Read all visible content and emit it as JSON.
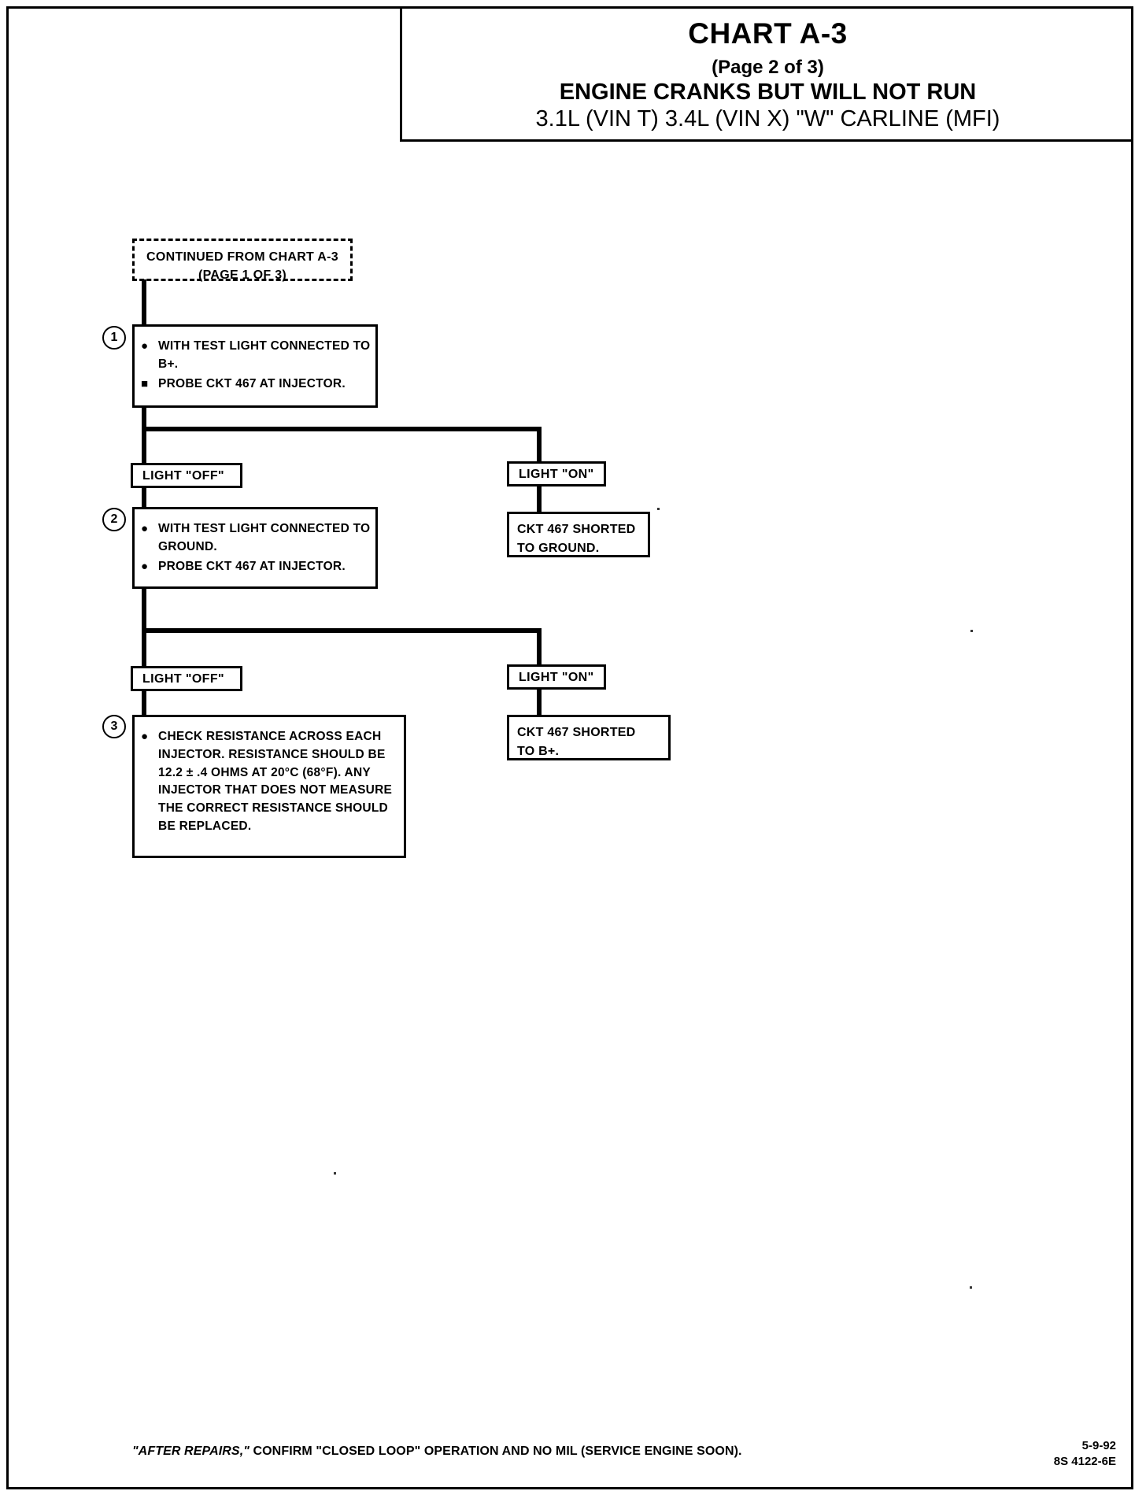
{
  "document": {
    "title": "CHART A-3",
    "page_label": "(Page 2 of 3)",
    "subtitle": "ENGINE CRANKS BUT WILL NOT RUN",
    "carline": "3.1L (VIN T) 3.4L (VIN X) \"W\" CARLINE (MFI)"
  },
  "flow": {
    "connector": {
      "line1": "CONTINUED FROM CHART A-3",
      "line2": "(PAGE 1 OF 3)"
    },
    "step1": {
      "number": "1",
      "bullet1": "WITH TEST LIGHT CONNECTED TO B+.",
      "bullet2": "PROBE CKT 467 AT INJECTOR."
    },
    "branch1": {
      "left_label": "LIGHT \"OFF\"",
      "right_label": "LIGHT \"ON\"",
      "right_result_line1": "CKT 467 SHORTED",
      "right_result_line2": "TO GROUND."
    },
    "step2": {
      "number": "2",
      "bullet1": "WITH TEST LIGHT CONNECTED TO GROUND.",
      "bullet2": "PROBE CKT 467 AT INJECTOR."
    },
    "branch2": {
      "left_label": "LIGHT \"OFF\"",
      "right_label": "LIGHT \"ON\"",
      "right_result_line1": "CKT 467 SHORTED",
      "right_result_line2": "TO B+."
    },
    "step3": {
      "number": "3",
      "bullet1": "CHECK RESISTANCE ACROSS EACH INJECTOR.  RESISTANCE SHOULD BE 12.2 ± .4 OHMS AT 20°C (68°F). ANY INJECTOR THAT DOES NOT MEASURE THE CORRECT RESISTANCE SHOULD BE REPLACED."
    }
  },
  "footer": {
    "note_italic": "\"AFTER REPAIRS,\"",
    "note_rest": " CONFIRM \"CLOSED LOOP\" OPERATION AND NO MIL (SERVICE ENGINE SOON).",
    "date": "5-9-92",
    "code": "8S 4122-6E"
  }
}
